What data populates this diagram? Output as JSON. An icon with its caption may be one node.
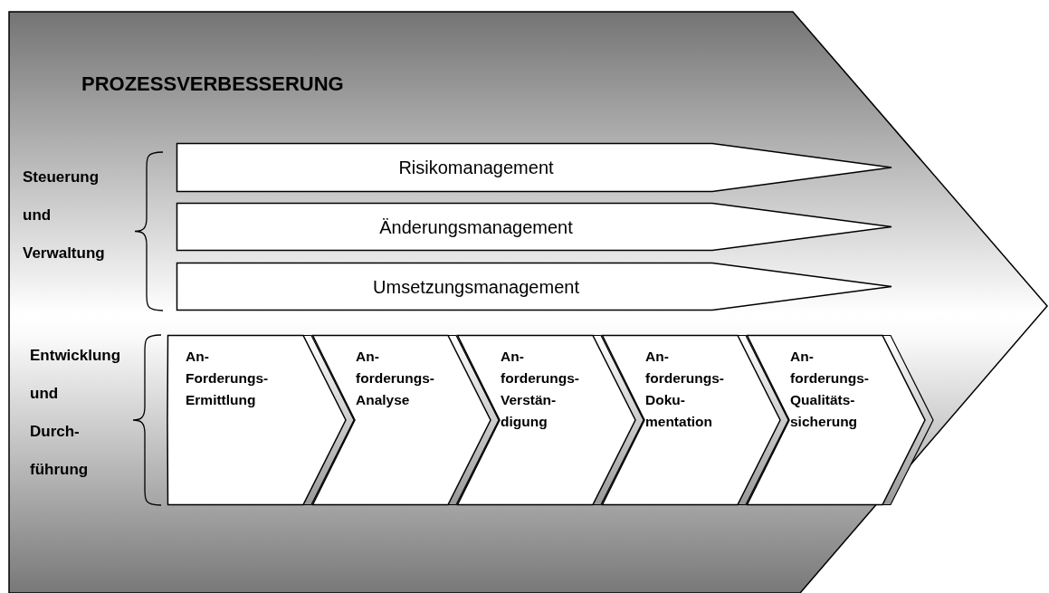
{
  "diagram": {
    "nodes": [
      {
        "text": [
          "PROZESSVERBESSERUNG"
        ]
      },
      {
        "text": [
          "Risikomanagement"
        ],
        "in": 0
      },
      {
        "text": [
          "Änderungsmanagement"
        ],
        "in": 0
      },
      {
        "text": [
          "Umsetzungsmanagement"
        ],
        "in": 0
      },
      {
        "text": [
          "An- Forderungs- Ermittlung"
        ],
        "in": 0
      },
      {
        "text": [
          "An- forderungs- Analyse"
        ],
        "in": 0
      },
      {
        "text": [
          "An- forderungs- Verstän- digung"
        ],
        "in": 0
      },
      {
        "text": [
          "An- forderungs- Doku- mentation"
        ],
        "in": 0
      },
      {
        "text": [
          "An- forderungs- Qualitäts- sicherung"
        ],
        "in": 0
      }
    ],
    "labels": [
      "Steuerung und Verwaltung",
      "Entwicklung und Durch- führung"
    ]
  }
}
